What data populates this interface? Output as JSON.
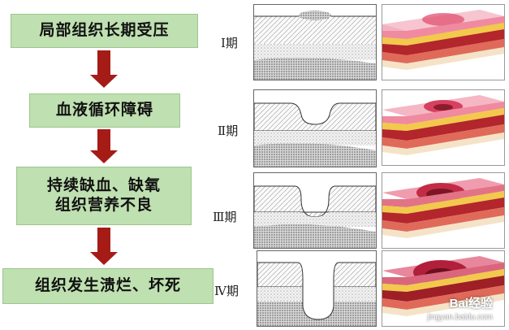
{
  "flow": {
    "step1": "局部组织长期受压",
    "step2": "血液循环障碍",
    "step3_line1": "持续缺血、缺氧",
    "step3_line2": "组织营养不良",
    "step4": "组织发生溃烂、坏死"
  },
  "stages": [
    "Ⅰ期",
    "Ⅱ期",
    "Ⅲ期",
    "Ⅳ期"
  ],
  "watermark": {
    "brand": "Bai经验",
    "url": "jingyan.baidu.com"
  },
  "colors": {
    "box": "#bfe0b0",
    "arrow": "#a51c16",
    "skin": "#e0607a",
    "fat": "#f2c94c",
    "muscle": "#b3262b"
  }
}
